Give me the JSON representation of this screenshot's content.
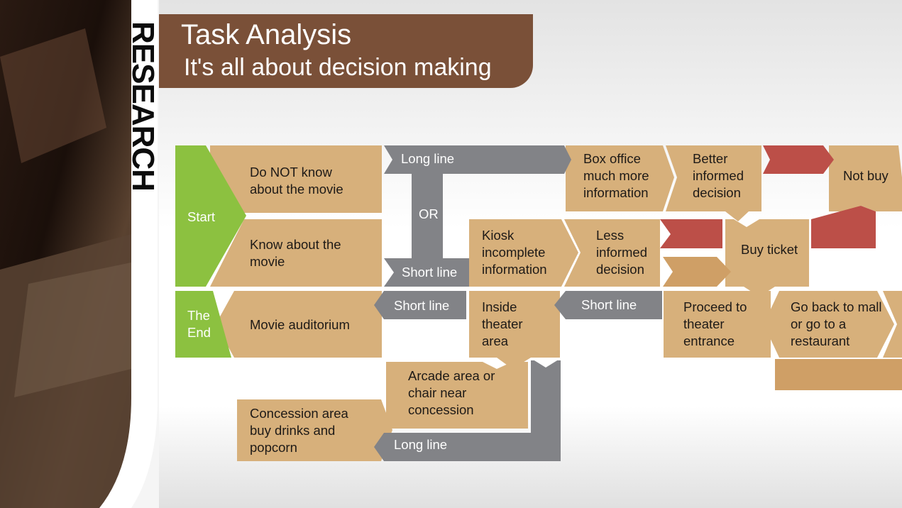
{
  "side_label": "RESEARCH",
  "header": {
    "title": "Task Analysis",
    "subtitle": "It's all about decision making"
  },
  "flow": {
    "start": "Start",
    "end": "The End",
    "do_not_know": "Do NOT know about the movie",
    "know": "Know about the movie",
    "long_line_top": "Long line",
    "or": "OR",
    "short_line_mid": "Short line",
    "box_office": "Box office much more information",
    "better_informed": "Better informed decision",
    "not_buy": "Not buy",
    "kiosk": "Kiosk incomplete information",
    "less_informed": "Less informed decision",
    "buy_ticket": "Buy ticket",
    "movie_auditorium": "Movie auditorium",
    "short_line_left": "Short line",
    "inside_theater": "Inside theater area",
    "short_line_right": "Short line",
    "proceed": "Proceed to theater entrance",
    "go_back": "Go back to mall or go to a restaurant",
    "arcade": "Arcade area or chair near concession",
    "concession": "Concession area buy drinks and popcorn",
    "long_line_bottom": "Long line"
  },
  "colors": {
    "tan": "#d7b07b",
    "green": "#8cc140",
    "gray": "#828387",
    "red": "#bc4f48",
    "brown": "#7a5038"
  }
}
